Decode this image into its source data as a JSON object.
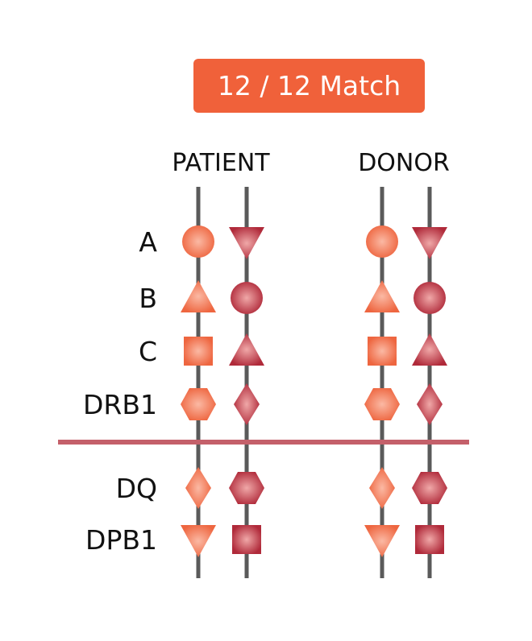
{
  "badge": {
    "label": "12 / 12 Match"
  },
  "headers": {
    "patient": "PATIENT",
    "donor": "DONOR"
  },
  "colors": {
    "badge": "#f0613a",
    "allele1": "#ee6640",
    "allele2": "#b02a3a",
    "divider": "#c4606a",
    "line": "#5a5a5a"
  },
  "loci": [
    {
      "label": "A",
      "allele1": "circle",
      "allele2": "triangle-down"
    },
    {
      "label": "B",
      "allele1": "triangle-up",
      "allele2": "circle"
    },
    {
      "label": "C",
      "allele1": "square",
      "allele2": "triangle-up"
    },
    {
      "label": "DRB1",
      "allele1": "hexagon",
      "allele2": "diamond"
    },
    {
      "label": "DQ",
      "allele1": "diamond",
      "allele2": "hexagon"
    },
    {
      "label": "DPB1",
      "allele1": "triangle-down",
      "allele2": "square"
    }
  ]
}
